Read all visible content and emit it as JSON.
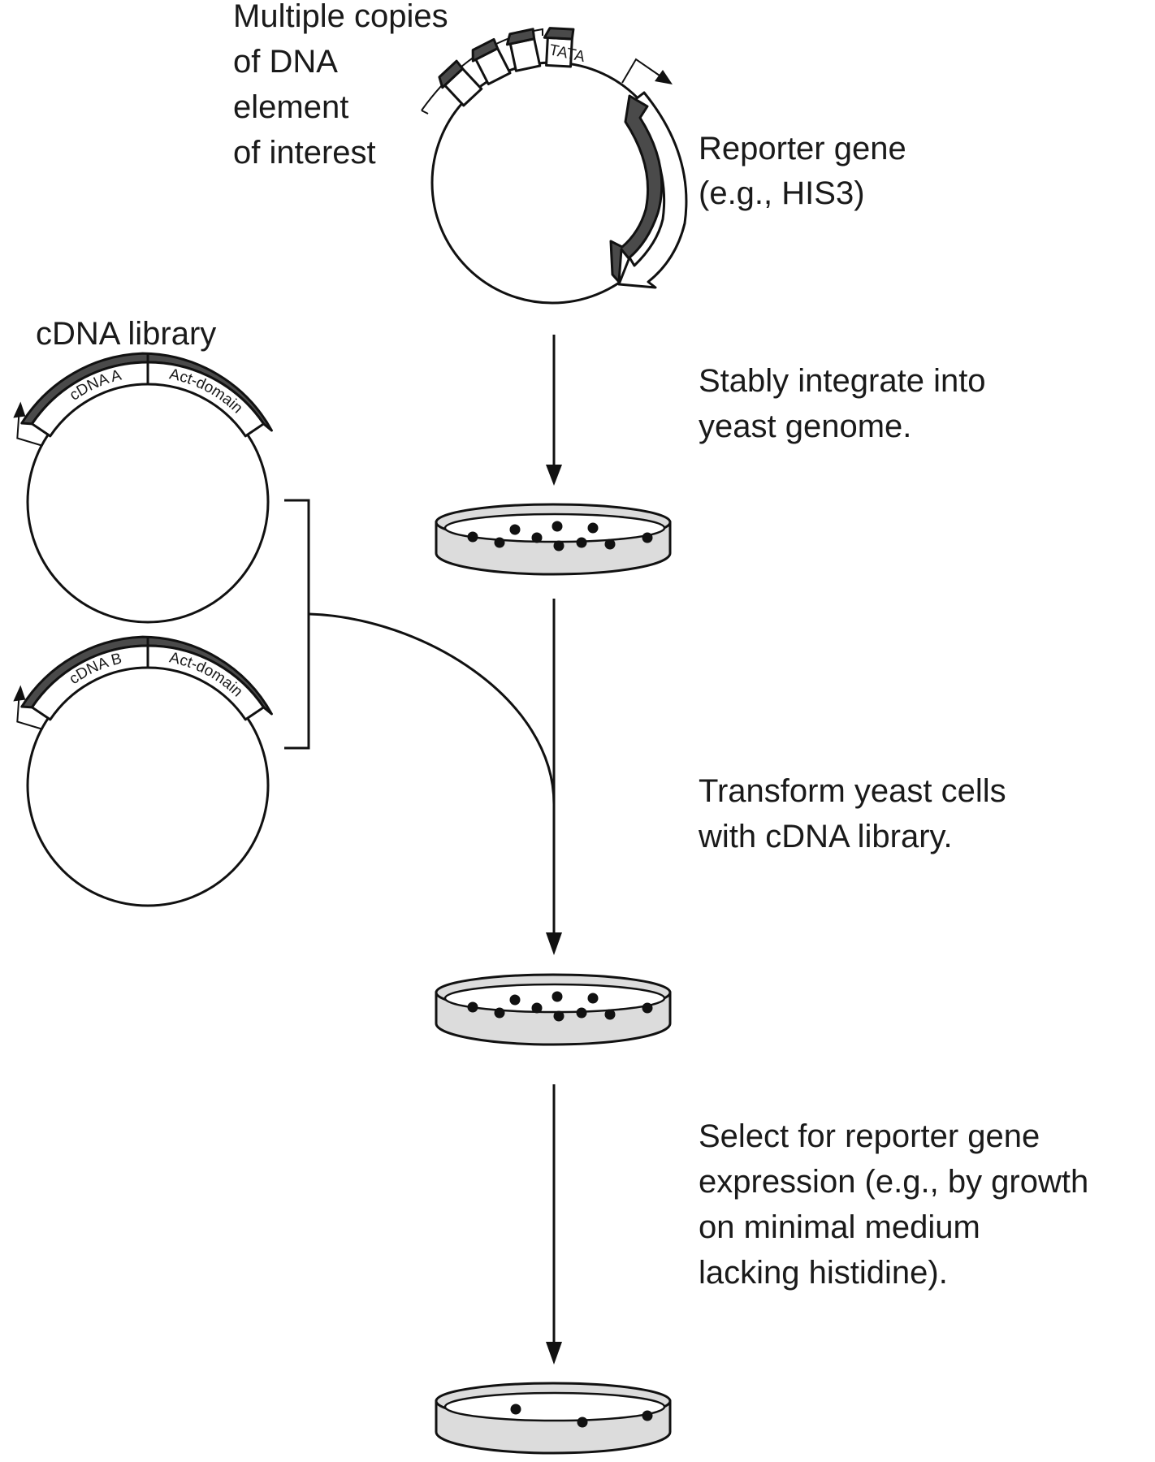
{
  "reporter_plasmid": {
    "element_label_lines": [
      "Multiple copies",
      "of DNA",
      "element",
      "of interest"
    ],
    "element_copies": 4,
    "tata_label": "TATA",
    "reporter_label_lines": [
      "Reporter gene",
      "(e.g., HIS3)"
    ]
  },
  "cdna_library": {
    "title": "cDNA library",
    "plasmids": [
      {
        "cdna_label": "cDNA A",
        "domain_label": "Act-domain"
      },
      {
        "cdna_label": "cDNA B",
        "domain_label": "Act-domain"
      }
    ]
  },
  "steps": [
    {
      "lines": [
        "Stably integrate into",
        "yeast genome."
      ]
    },
    {
      "lines": [
        "Transform yeast cells",
        "with cDNA library."
      ]
    },
    {
      "lines": [
        "Select for reporter gene",
        "expression (e.g., by growth",
        "on minimal medium",
        "lacking histidine)."
      ]
    }
  ],
  "plates": [
    {
      "name": "integrated-yeast-plate",
      "colony_count": 10
    },
    {
      "name": "transformed-yeast-plate",
      "colony_count": 10
    },
    {
      "name": "selected-yeast-plate",
      "colony_count": 3
    }
  ],
  "colors": {
    "ink": "#111111",
    "dark_fill": "#4a4a4a",
    "plate_fill": "#dcdcdc"
  }
}
